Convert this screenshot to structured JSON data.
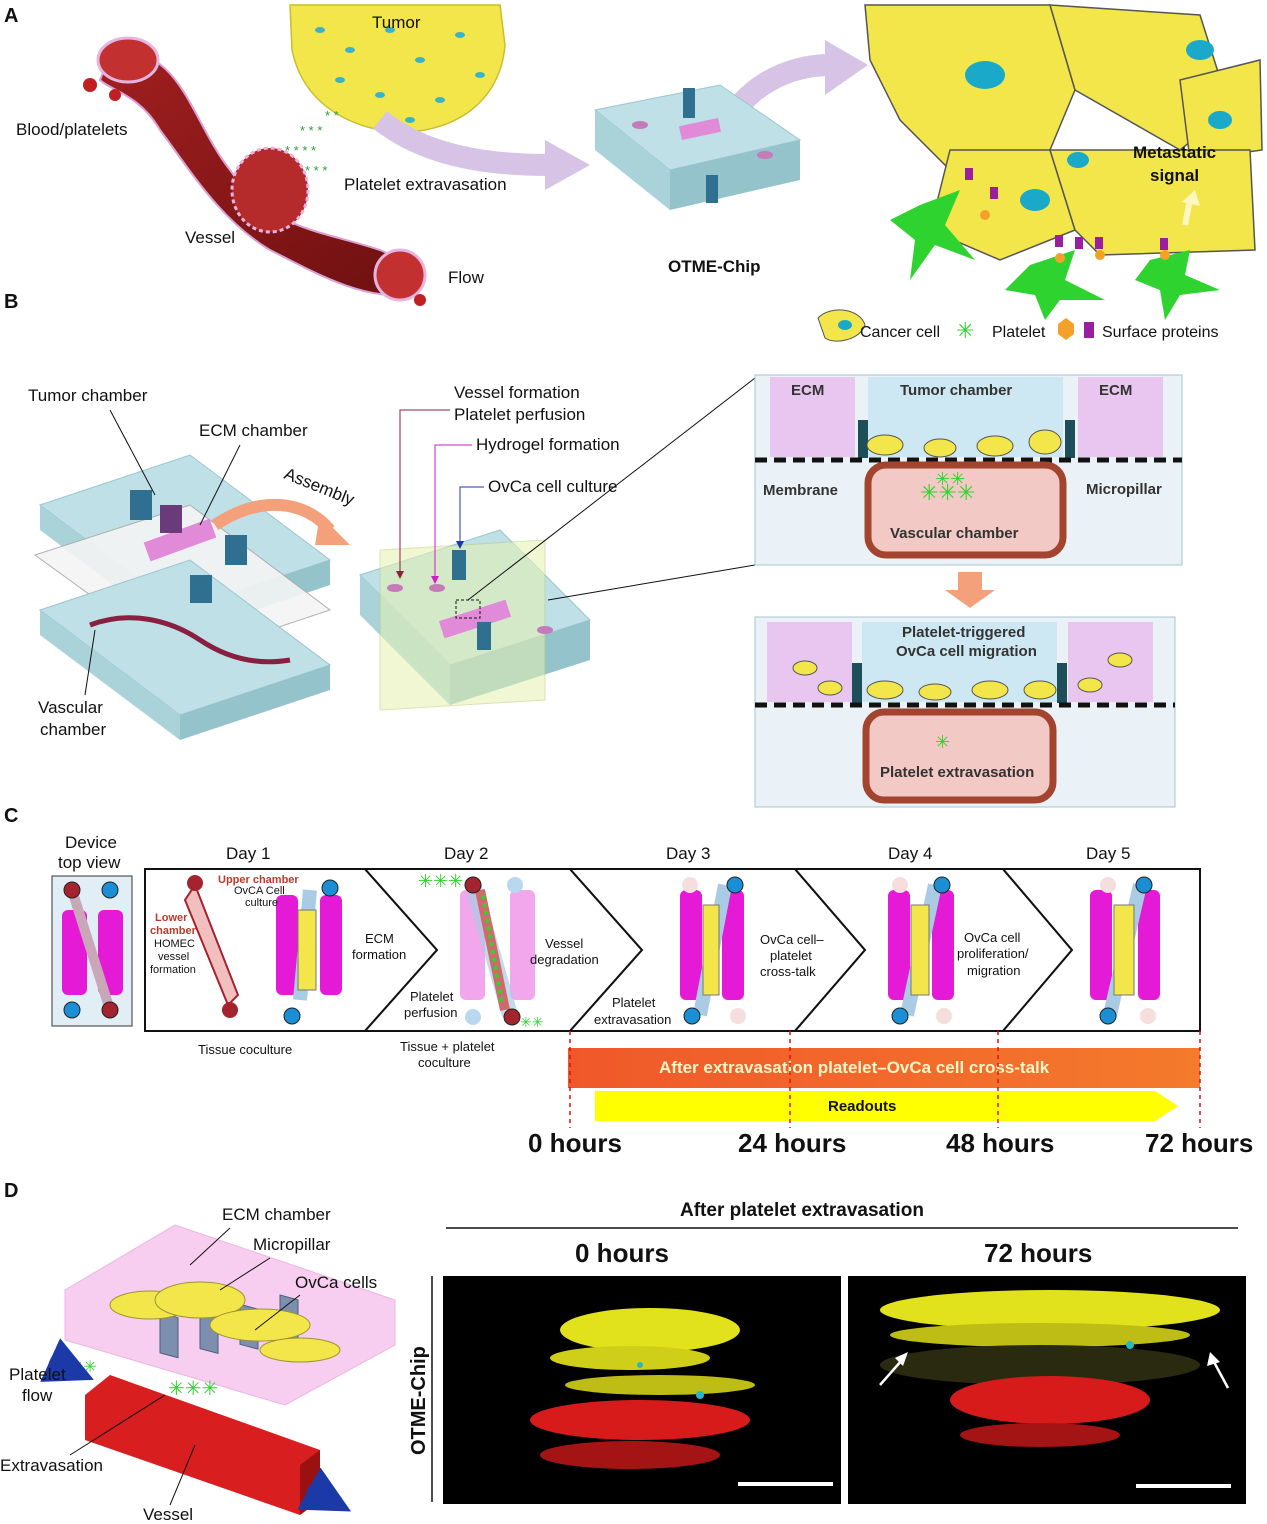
{
  "panels": {
    "a": "A",
    "b": "B",
    "c": "C",
    "d": "D"
  },
  "panelA": {
    "tumor": "Tumor",
    "blood_platelets": "Blood/platelets",
    "vessel": "Vessel",
    "flow": "Flow",
    "platelet_extravasation": "Platelet extravasation",
    "chip": "OTME-Chip",
    "metastatic_1": "Metastatic",
    "metastatic_2": "signal",
    "legend": {
      "cancer_cell": "Cancer cell",
      "platelet": "Platelet",
      "surface_proteins": "Surface proteins"
    }
  },
  "panelB": {
    "tumor_chamber": "Tumor chamber",
    "ecm_chamber": "ECM chamber",
    "vascular_1": "Vascular",
    "vascular_2": "chamber",
    "assembly": "Assembly",
    "vessel_formation": "Vessel formation",
    "platelet_perfusion": "Platelet perfusion",
    "hydrogel": "Hydrogel formation",
    "ovca_culture": "OvCa cell culture",
    "cs_ecm": "ECM",
    "cs_tumor_chamber": "Tumor chamber",
    "cs_membrane": "Membrane",
    "cs_micropillar": "Micropillar",
    "cs_vascular": "Vascular chamber",
    "cs2_title_1": "Platelet-triggered",
    "cs2_title_2": "OvCa cell migration",
    "cs2_extravasation": "Platelet extravasation"
  },
  "panelC": {
    "device_1": "Device",
    "device_2": "top view",
    "days": [
      "Day 1",
      "Day 2",
      "Day 3",
      "Day 4",
      "Day 5"
    ],
    "d1_upper_1": "Upper chamber",
    "d1_upper_2": "OvCA Cell",
    "d1_upper_3": "culture",
    "d1_lower_1": "Lower",
    "d1_lower_2": "chamber",
    "d1_lower_3": "HOMEC",
    "d1_lower_4": "vessel",
    "d1_lower_5": "formation",
    "d1_ecm_1": "ECM",
    "d1_ecm_2": "formation",
    "d1_bottom": "Tissue coculture",
    "d2_vessel_1": "Vessel",
    "d2_vessel_2": "degradation",
    "d2_perf_1": "Platelet",
    "d2_perf_2": "perfusion",
    "d2_bottom_1": "Tissue + platelet",
    "d2_bottom_2": "coculture",
    "d3_extra_1": "Platelet",
    "d3_extra_2": "extravasation",
    "d3_cross_1": "OvCa cell–",
    "d3_cross_2": "platelet",
    "d3_cross_3": "cross-talk",
    "d4_1": "OvCa cell",
    "d4_2": "proliferation/",
    "d4_3": "migration",
    "bar": "After extravasation platelet–OvCa cell cross-talk",
    "readouts": "Readouts",
    "hours": [
      "0 hours",
      "24 hours",
      "48 hours",
      "72 hours"
    ]
  },
  "panelD": {
    "ecm_chamber": "ECM chamber",
    "micropillar": "Micropillar",
    "ovca_cells": "OvCa cells",
    "platelet_flow_1": "Platelet",
    "platelet_flow_2": "flow",
    "extravasation": "Extravasation",
    "vessel": "Vessel",
    "after": "After platelet extravasation",
    "h0": "0 hours",
    "h72": "72 hours",
    "otme": "OTME-Chip"
  },
  "colors": {
    "vessel_red": "#8b1a1a",
    "tumor_yellow": "#f2e64b",
    "magenta": "#e41ad6",
    "platelet_green": "#2fd32f",
    "chip_blue": "#bfe0e6",
    "timeline_orange": "#f4632a",
    "readout_yellow": "#ffff00"
  }
}
